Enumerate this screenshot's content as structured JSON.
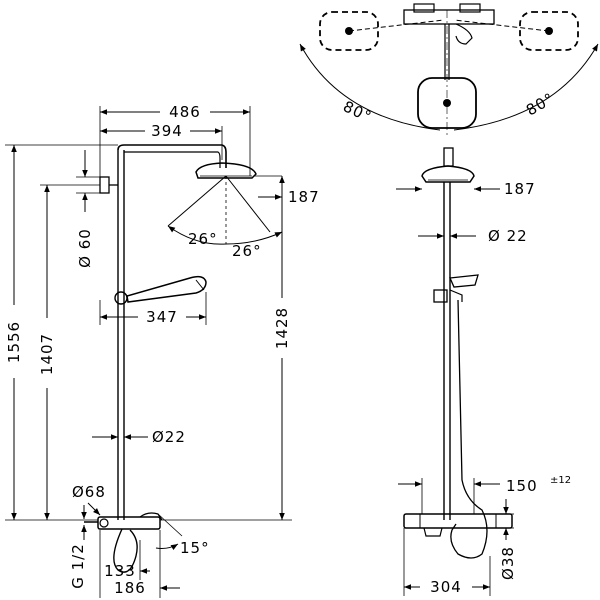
{
  "dimensions": {
    "total_height": "1556",
    "wall_to_head_height": "1407",
    "head_to_mixer_height": "1428",
    "arm_reach": "486",
    "head_offset": "394",
    "handshower_reach": "347",
    "head_projection_front": "187",
    "head_projection_side": "187",
    "arm_mount_diameter": "Ø 60",
    "pipe_diameter_side": "Ø22",
    "pipe_diameter_front": "Ø 22",
    "flange_diameter": "Ø68",
    "connection_thread": "G 1/2",
    "spout_depth": "133",
    "outlet_depth": "186",
    "spout_angle": "15°",
    "head_tilt_left": "26°",
    "head_tilt_right": "26°",
    "arm_swivel_left": "80°",
    "arm_swivel_right": "80°",
    "connection_spacing": "150",
    "connection_spacing_tolerance": "±12",
    "mixer_width": "304",
    "thermostat_diameter": "Ø38"
  }
}
